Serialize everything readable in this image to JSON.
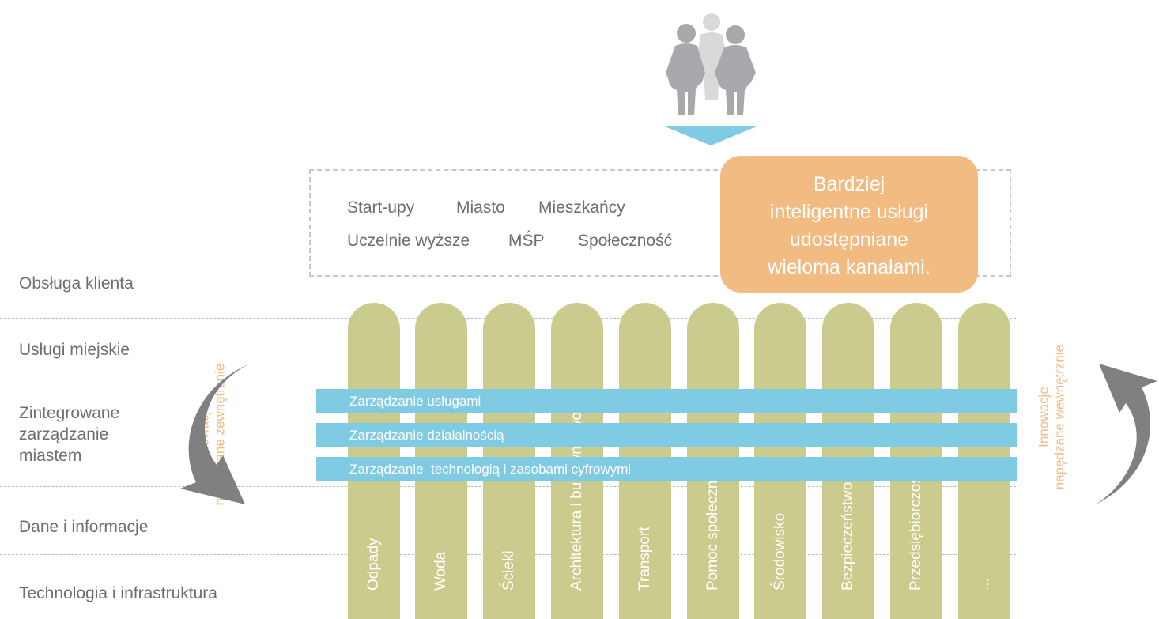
{
  "layers": [
    "Obsługa klienta",
    "Usługi miejskie",
    "Zintegrowane\nzarządzanie\nmiastem",
    "Dane i informacje",
    "Technologia i infrastruktura"
  ],
  "stakeholders": {
    "row1": [
      "Start-upy",
      "Miasto",
      "Mieszkańcy"
    ],
    "row2": [
      "Uczelnie wyższe",
      "MŚP",
      "Społeczność"
    ]
  },
  "callout": [
    "Bardziej",
    "inteligentne usługi",
    "udostępniane",
    "wieloma kanałami."
  ],
  "pillars": [
    "Odpady",
    "Woda",
    "Ścieki",
    "Architektura i budownictwo",
    "Transport",
    "Pomoc społeczna",
    "Środowisko",
    "Bezpieczeństwo",
    "Przedsiębiorczość",
    "..."
  ],
  "bands": [
    "Zarządzanie usługami",
    "Zarządzanie działalnością",
    "Zarządzanie  technologią i zasobami cyfrowymi"
  ],
  "innovation_external": [
    "Innowacje",
    "napędzane zewnętrznie"
  ],
  "innovation_internal": [
    "Innowacje",
    "napędzane wewnętrznie"
  ],
  "colors": {
    "pillar": "#cbcb8d",
    "band": "#7fcbe3",
    "callout": "#f2bb82",
    "arrow": "#808080",
    "people": "#a7a9ac",
    "people_back": "#d9d9d9",
    "triangle": "#7fcbe3"
  },
  "icons": [
    "people-icon",
    "down-triangle-icon",
    "curved-arrow-down-icon",
    "curved-arrow-up-icon"
  ]
}
